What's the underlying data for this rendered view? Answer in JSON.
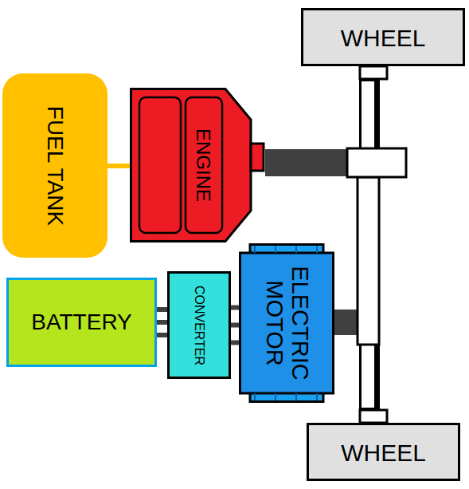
{
  "diagram": {
    "nodes": [
      {
        "text": [
          "WHEEL"
        ]
      },
      {
        "text": [
          "FUEL TANK"
        ]
      },
      {
        "text": [
          "ENGINE"
        ]
      },
      {
        "text": [
          "BATTERY"
        ]
      },
      {
        "text": [
          "CONVERTER"
        ]
      },
      {
        "text": [
          "ELECTRIC MOTOR"
        ]
      },
      {
        "text": [
          "WHEEL"
        ]
      }
    ],
    "edges": [
      {
        "from": 1,
        "to": 2,
        "arrow": "none"
      },
      {
        "from": 3,
        "to": 4,
        "arrow": "none"
      },
      {
        "from": 4,
        "to": 5,
        "arrow": "none"
      },
      {
        "from": 0,
        "to": 6,
        "arrow": "none"
      }
    ]
  }
}
